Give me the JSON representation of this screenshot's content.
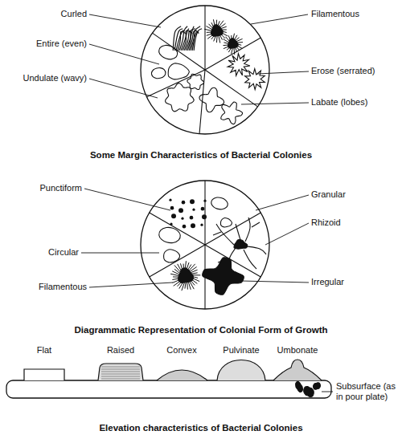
{
  "diagram": {
    "labels": [
      "Curled",
      "Filamentous",
      "Entire (even)",
      "Erose (serrated)",
      "Undulate (wavy)",
      "Labate (lobes)",
      "Some Margin Characteristics of Bacterial Colonies",
      "Punctiform",
      "Granular",
      "Rhizoid",
      "Circular",
      "Filamentous",
      "Irregular",
      "Diagrammatic Representation of Colonial Form of Growth",
      "Flat",
      "Raised",
      "Convex",
      "Pulvinate",
      "Umbonate",
      "Subsurface (as in pour plate)",
      "Elevation characteristics of Bacterial Colonies"
    ]
  }
}
